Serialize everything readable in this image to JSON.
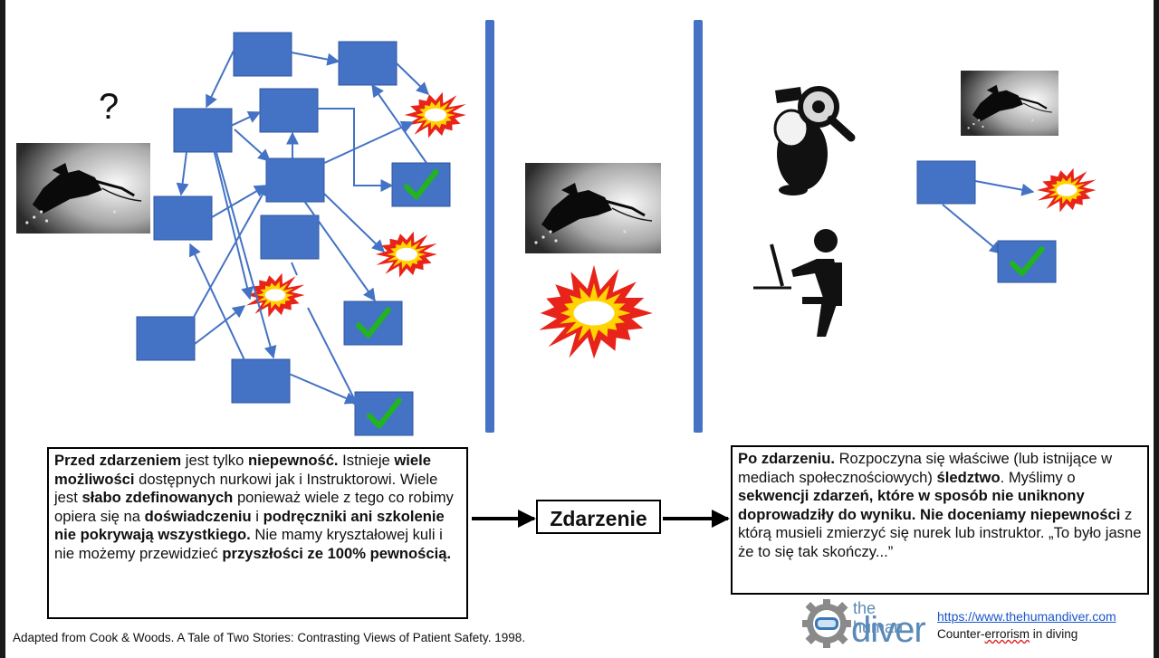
{
  "question_mark": "?",
  "before": {
    "segments": [
      {
        "t": "Przed zdarzeniem",
        "b": true
      },
      {
        "t": " jest tylko ",
        "b": false
      },
      {
        "t": "niepewność.",
        "b": true
      },
      {
        "t": " Istnieje ",
        "b": false
      },
      {
        "t": "wiele możliwości",
        "b": true
      },
      {
        "t": " dostępnych nurkowi jak i Instruktorowi. Wiele jest ",
        "b": false
      },
      {
        "t": "słabo zdefinowanych",
        "b": true
      },
      {
        "t": " ponieważ wiele z tego co robimy opiera się na ",
        "b": false
      },
      {
        "t": "doświadczeniu",
        "b": true
      },
      {
        "t": " i ",
        "b": false
      },
      {
        "t": "podręczniki ani szkolenie nie pokrywają wszystkiego.",
        "b": true
      },
      {
        "t": " Nie mamy kryształowej kuli i nie możemy przewidzieć ",
        "b": false
      },
      {
        "t": "przyszłości ze 100% pewnością.",
        "b": true
      }
    ]
  },
  "event_label": "Zdarzenie",
  "after": {
    "segments": [
      {
        "t": "Po zdarzeniu.",
        "b": true
      },
      {
        "t": " Rozpoczyna się właściwe (lub istnijące w mediach społecznościowych) ",
        "b": false
      },
      {
        "t": "śledztwo",
        "b": true
      },
      {
        "t": ". Myślimy o ",
        "b": false
      },
      {
        "t": "sekwencji zdarzeń, które w sposób nie uniknony doprowadziły do wyniku.",
        "b": true
      },
      {
        "t": " ",
        "b": false
      },
      {
        "t": "Nie doceniamy niepewności",
        "b": true
      },
      {
        "t": " z którą musieli zmierzyć się nurek lub instruktor. „To było jasne że to się tak skończy...”",
        "b": false
      }
    ]
  },
  "citation": "Adapted from Cook & Woods. A Tale of Two Stories: Contrasting Views of Patient Safety. 1998.",
  "brand": {
    "the": "the human",
    "diver": "diver"
  },
  "url": "https://www.thehumandiver.com",
  "tagline_pre": "Counter-",
  "tagline_err": "errorism",
  "tagline_post": " in diving",
  "icons": [
    "diver-photo",
    "explosion-icon",
    "checkmark-icon",
    "magnifier-investigator-icon",
    "person-at-computer-icon",
    "gear-mask-logo"
  ],
  "colors": {
    "box": "#4472c4",
    "arrow": "#4472c4",
    "divider": "#4472c4",
    "check": "#22b41e",
    "blast_outer": "#e8231a",
    "blast_inner": "#ffd400"
  }
}
